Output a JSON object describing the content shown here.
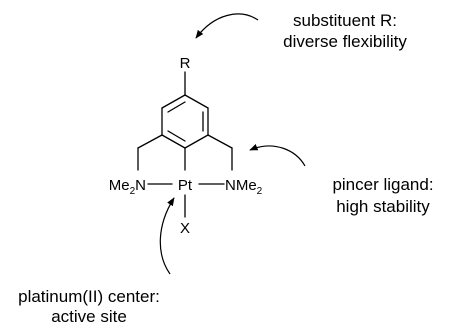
{
  "annotations": {
    "substituent_line1": "substituent R:",
    "substituent_line2": "diverse flexibility",
    "pincer_line1": "pincer ligand:",
    "pincer_line2": "high stability",
    "platinum_line1": "platinum(II) center:",
    "platinum_line2": "active site"
  },
  "atoms": {
    "r": "R",
    "pt": "Pt",
    "x": "X",
    "left_n": "N",
    "left_me": "Me",
    "left_sub": "2",
    "right_n": "NMe",
    "right_sub": "2"
  }
}
